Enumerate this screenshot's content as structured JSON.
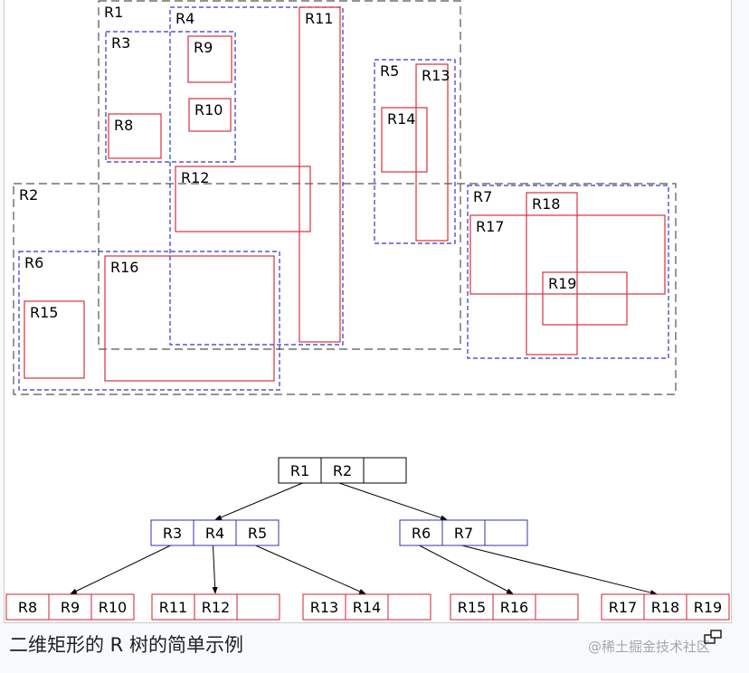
{
  "diagram": {
    "spatial": {
      "level1": [
        {
          "id": "R1",
          "label": "R1"
        },
        {
          "id": "R2",
          "label": "R2"
        }
      ],
      "level2": [
        {
          "id": "R3",
          "label": "R3"
        },
        {
          "id": "R4",
          "label": "R4"
        },
        {
          "id": "R5",
          "label": "R5"
        },
        {
          "id": "R6",
          "label": "R6"
        },
        {
          "id": "R7",
          "label": "R7"
        }
      ],
      "leaves": [
        {
          "id": "R8",
          "label": "R8"
        },
        {
          "id": "R9",
          "label": "R9"
        },
        {
          "id": "R10",
          "label": "R10"
        },
        {
          "id": "R11",
          "label": "R11"
        },
        {
          "id": "R12",
          "label": "R12"
        },
        {
          "id": "R13",
          "label": "R13"
        },
        {
          "id": "R14",
          "label": "R14"
        },
        {
          "id": "R15",
          "label": "R15"
        },
        {
          "id": "R16",
          "label": "R16"
        },
        {
          "id": "R17",
          "label": "R17"
        },
        {
          "id": "R18",
          "label": "R18"
        },
        {
          "id": "R19",
          "label": "R19"
        }
      ]
    },
    "tree": {
      "root": [
        "R1",
        "R2",
        ""
      ],
      "internal": [
        [
          "R3",
          "R4",
          "R5"
        ],
        [
          "R6",
          "R7",
          ""
        ]
      ],
      "leaves": [
        [
          "R8",
          "R9",
          "R10"
        ],
        [
          "R11",
          "R12",
          ""
        ],
        [
          "R13",
          "R14",
          ""
        ],
        [
          "R15",
          "R16",
          ""
        ],
        [
          "R17",
          "R18",
          "R19"
        ]
      ]
    }
  },
  "colors": {
    "level1_border": "#555555",
    "level2_border": "#3333cc",
    "leaf_border": "#d9313d",
    "tree_root_border": "#000000",
    "tree_internal_border": "#3333aa",
    "tree_leaf_border": "#cc2233"
  },
  "caption": "二维矩形的 R 树的简单示例",
  "watermark": "@稀土掘金技术社区",
  "icons": {
    "enlarge": "enlarge-icon"
  }
}
